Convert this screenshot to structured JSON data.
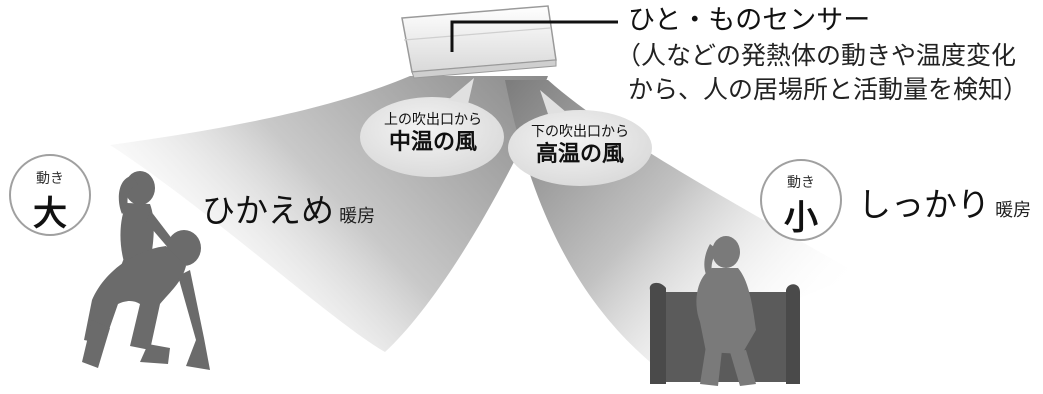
{
  "sensor": {
    "title": "ひと・ものセンサー",
    "desc_lines": [
      "（人などの発熱体の動きや温度変化",
      "から、人の居場所と活動量を検知）"
    ]
  },
  "upper_outlet": {
    "small": "上の吹出口から",
    "big": "中温の風"
  },
  "lower_outlet": {
    "small": "下の吹出口から",
    "big": "高温の風"
  },
  "left_zone": {
    "movement_label": "動き",
    "movement_level": "大",
    "mode": "ひかえめ",
    "mode_suffix": "暖房"
  },
  "right_zone": {
    "movement_label": "動き",
    "movement_level": "小",
    "mode": "しっかり",
    "mode_suffix": "暖房"
  },
  "colors": {
    "text": "#1a1a1a",
    "silhouette": "#6b6b6b",
    "bubble": "#e6e6e6",
    "airflow": "#bdbdbd"
  }
}
